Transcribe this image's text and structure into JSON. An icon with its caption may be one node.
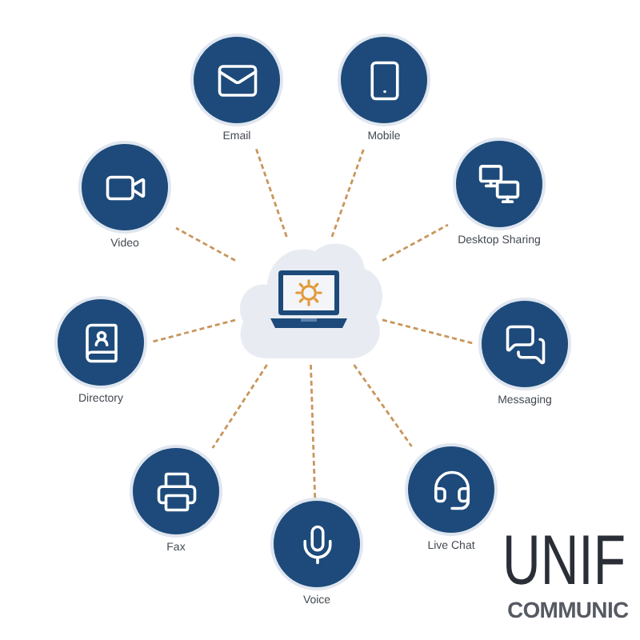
{
  "diagram": {
    "nodes": [
      {
        "text": [
          "Email"
        ]
      },
      {
        "text": [
          "Mobile"
        ]
      },
      {
        "text": [
          "Video"
        ]
      },
      {
        "text": [
          "Desktop Sharing"
        ]
      },
      {
        "text": [],
        "shape": "cloud"
      },
      {
        "text": [
          "Directory"
        ]
      },
      {
        "text": [
          "Messaging"
        ]
      },
      {
        "text": [
          "Fax"
        ]
      },
      {
        "text": [
          "Live Chat"
        ]
      },
      {
        "text": [
          "Voice"
        ]
      }
    ],
    "edges": [
      {
        "from": 4,
        "to": 0,
        "arrow": "none",
        "style": "dashed"
      },
      {
        "from": 4,
        "to": 1,
        "arrow": "none",
        "style": "dashed"
      },
      {
        "from": 4,
        "to": 2,
        "arrow": "none",
        "style": "dashed"
      },
      {
        "from": 4,
        "to": 3,
        "arrow": "none",
        "style": "dashed"
      },
      {
        "from": 4,
        "to": 5,
        "arrow": "none",
        "style": "dashed"
      },
      {
        "from": 4,
        "to": 6,
        "arrow": "none",
        "style": "dashed"
      },
      {
        "from": 4,
        "to": 7,
        "arrow": "none",
        "style": "dashed"
      },
      {
        "from": 4,
        "to": 8,
        "arrow": "none",
        "style": "dashed"
      },
      {
        "from": 4,
        "to": 9,
        "arrow": "none",
        "style": "dashed"
      }
    ],
    "labels": [
      "UNIF",
      "COMMUNIC"
    ]
  }
}
